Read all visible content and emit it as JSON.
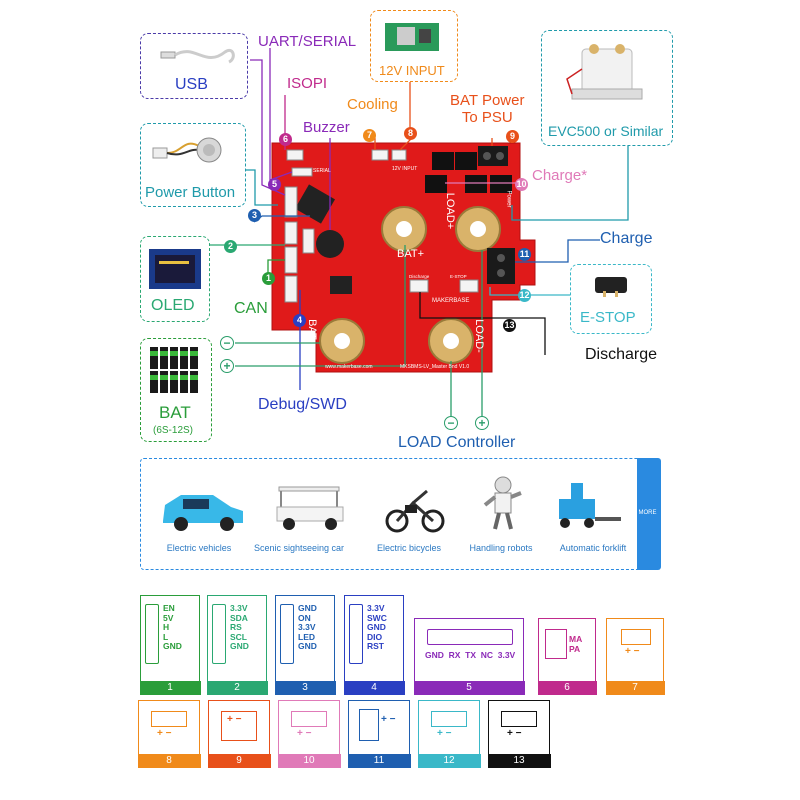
{
  "labels": {
    "usb": "USB",
    "uart": "UART/SERIAL",
    "isopi": "ISOPI",
    "input12v": "12V INPUT",
    "cooling": "Cooling",
    "buzzer": "Buzzer",
    "bat_power": "BAT Power\nTo PSU",
    "evc500": "EVC500 or Similar",
    "charge_star": "Charge*",
    "power_button": "Power Button",
    "charge": "Charge",
    "oled": "OLED",
    "estop": "E-STOP",
    "can": "CAN",
    "discharge": "Discharge",
    "bat": "BAT",
    "bat_sub": "(6S-12S)",
    "debug": "Debug/SWD",
    "load_controller": "LOAD Controller",
    "pcb_bat_plus": "BAT+",
    "pcb_bat_minus": "BAT-",
    "pcb_load_plus": "LOAD+",
    "pcb_load_minus": "LOAD-",
    "pcb_serial": "SERIAL",
    "pcb_12v": "12V INPUT",
    "pcb_power": "Power",
    "pcb_brand": "MAKERBASE",
    "pcb_discharge": "Discharge",
    "pcb_estop": "E-STOP",
    "pcb_model": "MKSBMS-LV_Master Bnd V1.0",
    "pcb_url": "www.makerbase.com",
    "minus": "−",
    "plus": "+"
  },
  "markers": {
    "m1": "1",
    "m2": "2",
    "m3": "3",
    "m4": "4",
    "m5": "5",
    "m6": "6",
    "m7": "7",
    "m8": "8",
    "m9": "9",
    "m10": "10",
    "m11": "11",
    "m12": "12",
    "m13": "13"
  },
  "apps": {
    "more": "MORE",
    "items": [
      "Electric vehicles",
      "Scenic sightseeing car",
      "Electric bicycles",
      "Handling robots",
      "Automatic forklift"
    ]
  },
  "pinouts": {
    "p1": "EN\n5V\nH\nL\nGND",
    "p2": "3.3V\nSDA\nRS\nSCL\nGND",
    "p3": "GND\nON\n3.3V\nLED\nGND",
    "p4": "3.3V\nSWC\nGND\nDIO\nRST",
    "p5": "GND  RX  TX  NC  3.3V",
    "p6": "MA\nPA",
    "pm": "+ −",
    "nums": [
      "1",
      "2",
      "3",
      "4",
      "5",
      "6",
      "7",
      "8",
      "9",
      "10",
      "11",
      "12",
      "13"
    ]
  },
  "colors": {
    "green": "#2a9d3a",
    "teal_green": "#2aa872",
    "teal": "#1f9aaa",
    "blue": "#2a3fc2",
    "purple": "#8a2ab8",
    "magenta": "#c02a8c",
    "orange": "#f08a1a",
    "red_orange": "#e8501a",
    "pink": "#e07ab8",
    "navy": "#1f5fb0",
    "cyan": "#3ab8c8",
    "black": "#111111",
    "pcb_red": "#e01a1a",
    "panel_blue": "#2a8ae0"
  }
}
